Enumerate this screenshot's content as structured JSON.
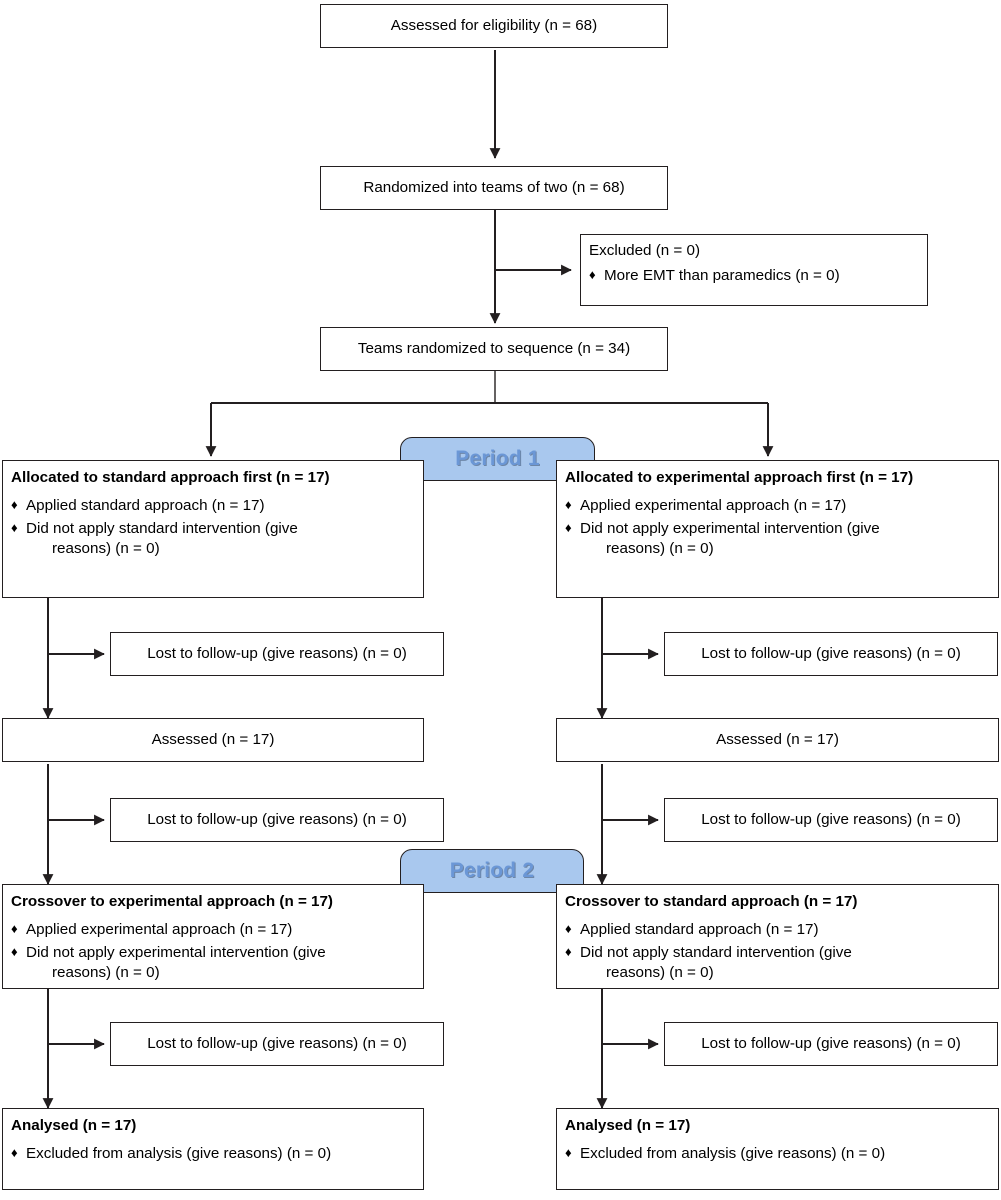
{
  "diagram": {
    "type": "consort-crossover-flow-diagram",
    "accent_color": "#a9c8ee",
    "tab_text_color": "#6b97d6",
    "line_color": "#231f20"
  },
  "periods": [
    {
      "id": "period-1",
      "label": "Period 1"
    },
    {
      "id": "period-2",
      "label": "Period 2"
    }
  ],
  "nodes": {
    "assessed_eligibility": {
      "text": "Assessed for eligibility (n = 68)"
    },
    "randomized_teams": {
      "text": "Randomized into teams of two (n = 68)"
    },
    "excluded": {
      "header": "Excluded (n = 0)",
      "bullets": [
        "More EMT than paramedics (n = 0)"
      ]
    },
    "teams_sequence": {
      "text": "Teams randomized to sequence (n = 34)"
    },
    "alloc_standard_first": {
      "header": "Allocated to standard approach first (n = 17)",
      "bullets": [
        "Applied standard approach (n =  17)",
        "Did not apply standard intervention (give"
      ],
      "bullet_cont": [
        "",
        "reasons) (n =  0)"
      ]
    },
    "alloc_experimental_first": {
      "header": "Allocated to experimental approach first (n = 17)",
      "bullets": [
        "Applied experimental approach (n = 17)",
        "Did not apply experimental intervention (give"
      ],
      "bullet_cont": [
        "",
        "reasons) (n = 0)"
      ]
    },
    "lost_p1_left": {
      "text": "Lost to follow-up (give reasons) (n = 0)"
    },
    "lost_p1_right": {
      "text": "Lost to follow-up (give reasons) (n = 0)"
    },
    "assessed_left": {
      "text": "Assessed (n = 17)"
    },
    "assessed_right": {
      "text": "Assessed (n = 17)"
    },
    "lost_p2_left": {
      "text": "Lost to follow-up (give reasons) (n = 0)"
    },
    "lost_p2_right": {
      "text": "Lost to follow-up (give reasons) (n = 0)"
    },
    "crossover_experimental": {
      "header": "Crossover to experimental approach (n = 17)",
      "bullets": [
        "Applied experimental approach (n =  17)",
        "Did not apply experimental intervention (give"
      ],
      "bullet_cont": [
        "",
        "reasons) (n = 0)"
      ]
    },
    "crossover_standard": {
      "header": "Crossover to standard approach (n = 17)",
      "bullets": [
        "Applied standard approach (n = 17)",
        "Did not apply standard intervention (give"
      ],
      "bullet_cont": [
        "",
        "reasons) (n = 0)"
      ]
    },
    "lost_p2b_left": {
      "text": "Lost to follow-up (give reasons) (n = 0)"
    },
    "lost_p2b_right": {
      "text": "Lost to follow-up (give reasons) (n = 0)"
    },
    "analysed_left": {
      "header": "Analysed (n = 17)",
      "bullets": [
        "Excluded from analysis (give reasons) (n = 0)"
      ]
    },
    "analysed_right": {
      "header": "Analysed (n = 17)",
      "bullets": [
        "Excluded from analysis (give reasons) (n = 0)"
      ]
    }
  },
  "bullet_glyph": "♦"
}
